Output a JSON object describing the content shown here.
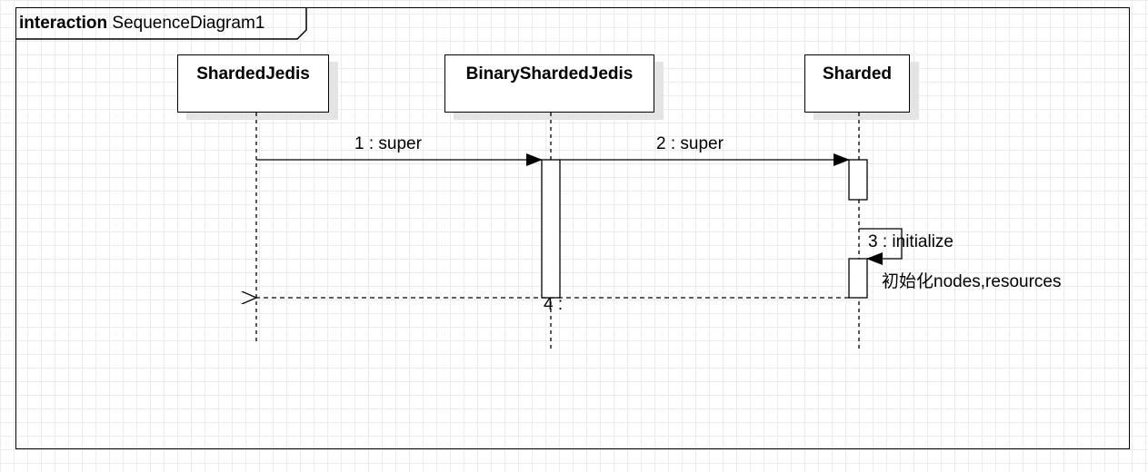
{
  "frame": {
    "keyword": "interaction",
    "name": "SequenceDiagram1"
  },
  "lifelines": [
    {
      "id": "sharded-jedis",
      "name": "ShardedJedis"
    },
    {
      "id": "binary-sharded-jedis",
      "name": "BinaryShardedJedis"
    },
    {
      "id": "sharded",
      "name": "Sharded"
    }
  ],
  "messages": [
    {
      "label": "1 : super",
      "from": "ShardedJedis",
      "to": "BinaryShardedJedis",
      "kind": "sync"
    },
    {
      "label": "2 : super",
      "from": "BinaryShardedJedis",
      "to": "Sharded",
      "kind": "sync"
    },
    {
      "label": "3 : initialize",
      "from": "Sharded",
      "to": "Sharded",
      "kind": "self"
    },
    {
      "label": "4 :",
      "from": "Sharded",
      "to": "ShardedJedis",
      "kind": "return"
    }
  ],
  "notes": {
    "initialize_note": "初始化nodes,resources"
  }
}
